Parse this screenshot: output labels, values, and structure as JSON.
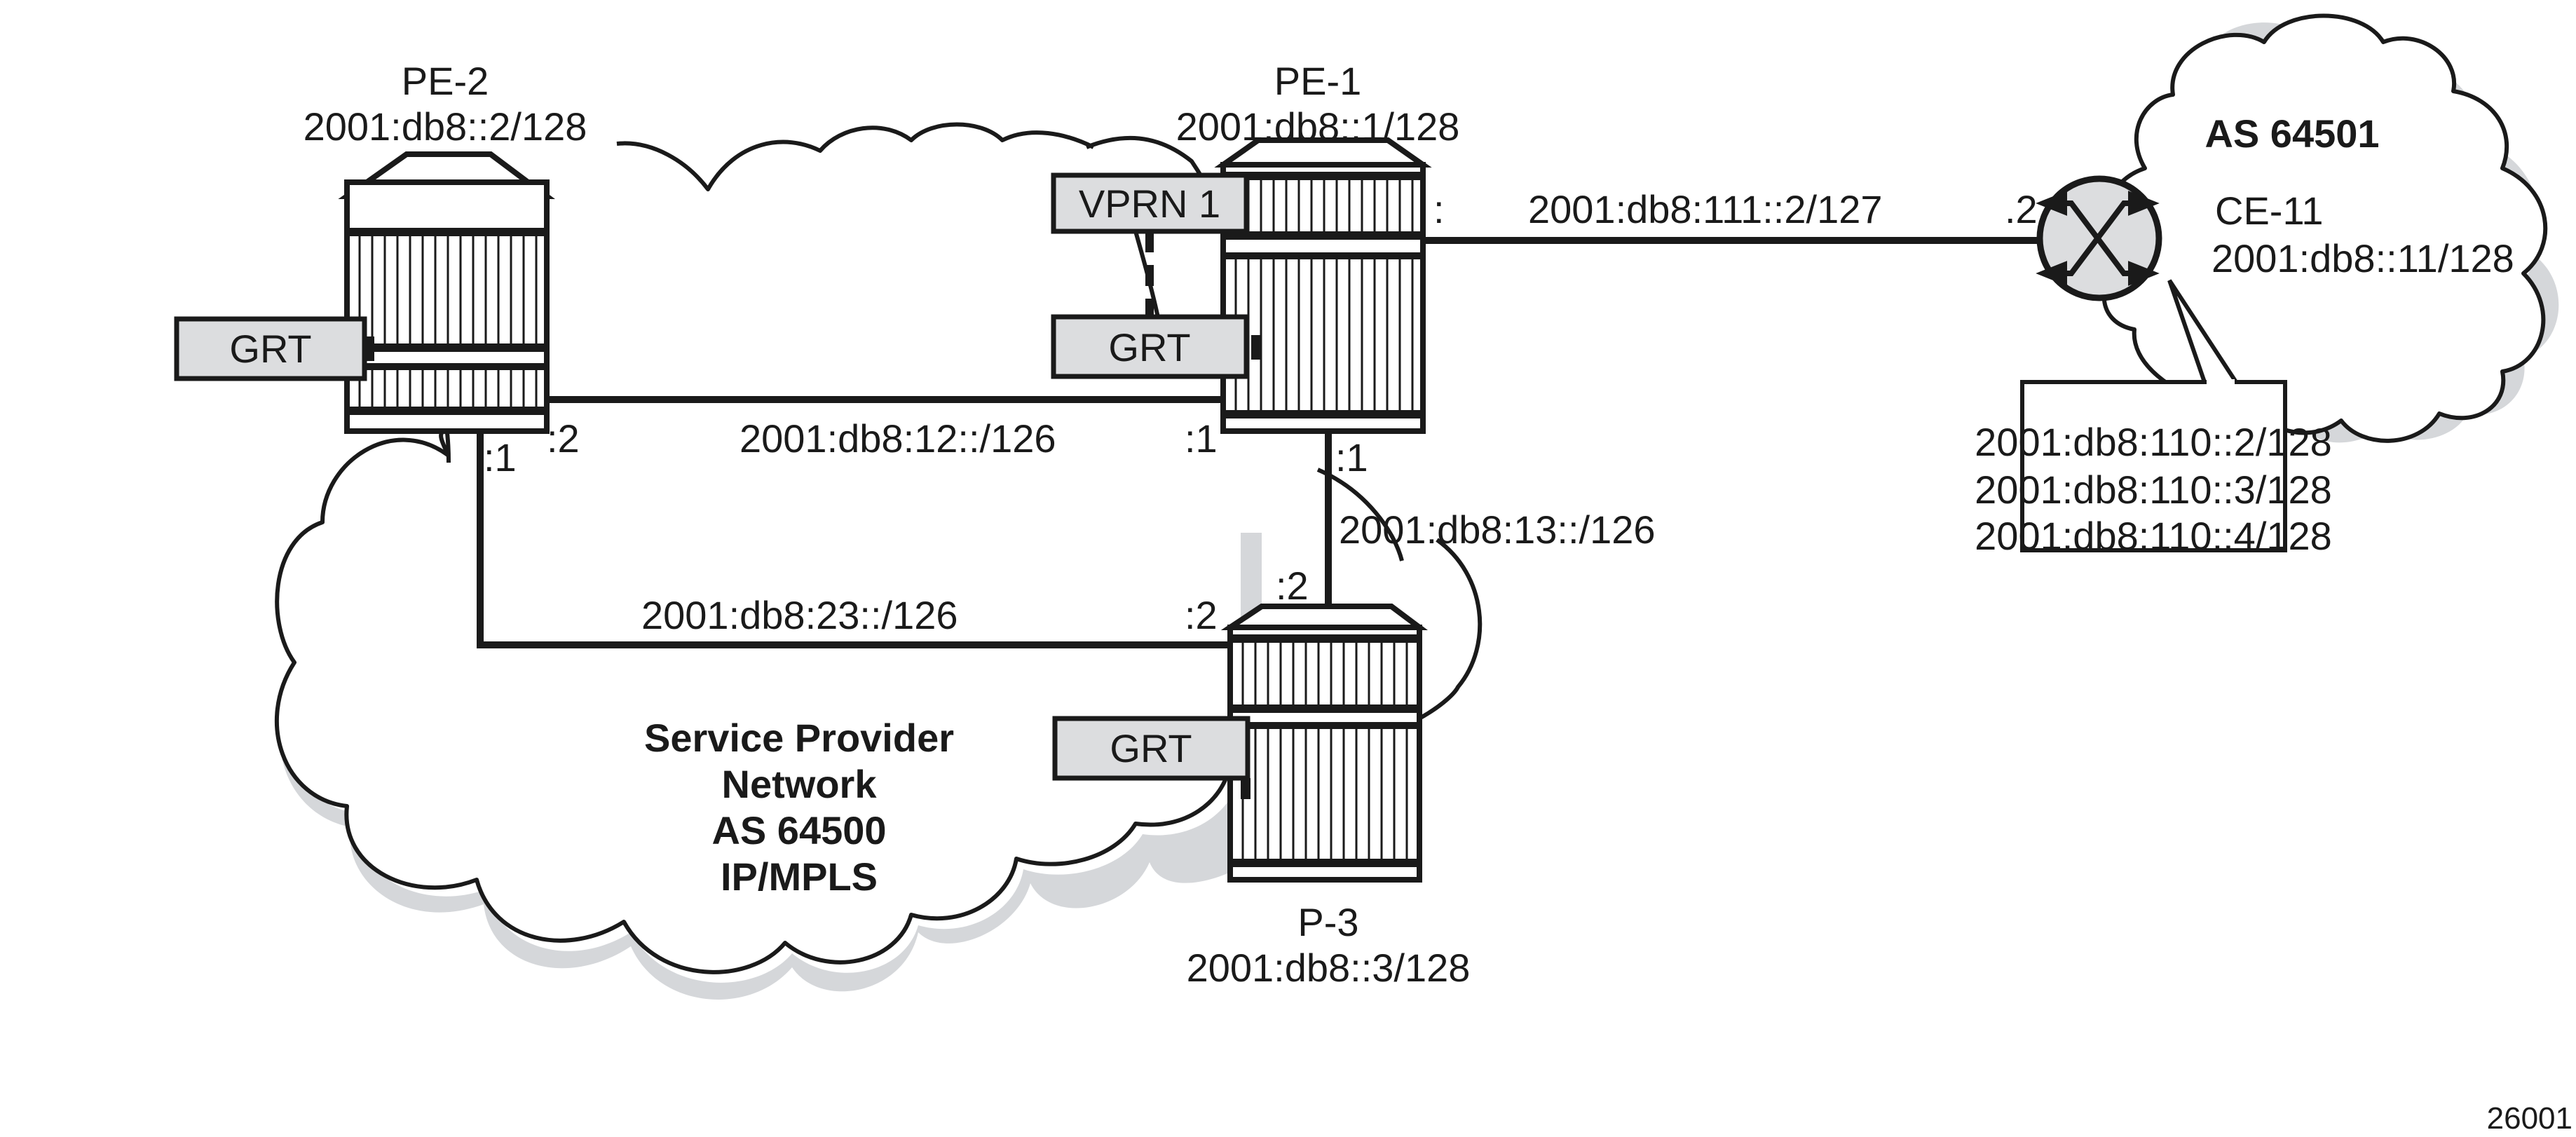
{
  "figure_id": "26001",
  "nodes": {
    "pe2": {
      "name": "PE-2",
      "address": "2001:db8::2/128",
      "table_label": "GRT"
    },
    "pe1": {
      "name": "PE-1",
      "address": "2001:db8::1/128",
      "vprn_label": "VPRN 1",
      "table_label": "GRT"
    },
    "p3": {
      "name": "P-3",
      "address": "2001:db8::3/128",
      "table_label": "GRT"
    },
    "ce11": {
      "name": "CE-11",
      "address": "2001:db8::11/128"
    }
  },
  "links": {
    "pe1_pe2": {
      "subnet": "2001:db8:12::/126",
      "pe2_end": ":2",
      "pe1_end": ":1"
    },
    "pe1_p3": {
      "subnet": "2001:db8:13::/126",
      "pe1_end": ":1",
      "p3_end": ":2"
    },
    "pe2_p3": {
      "subnet": "2001:db8:23::/126",
      "pe2_end": ":1",
      "p3_end": ":2"
    },
    "pe1_ce11": {
      "subnet": "2001:db8:111::2/127",
      "pe1_end": ":",
      "ce11_end": ".2"
    }
  },
  "clouds": {
    "provider": {
      "lines": [
        "Service Provider",
        "Network",
        "AS 64500",
        "IP/MPLS"
      ]
    },
    "customer": {
      "label": "AS 64501"
    }
  },
  "callout": {
    "lines": [
      "2001:db8:110::2/128",
      "2001:db8:110::3/128",
      "2001:db8:110::4/128"
    ]
  }
}
